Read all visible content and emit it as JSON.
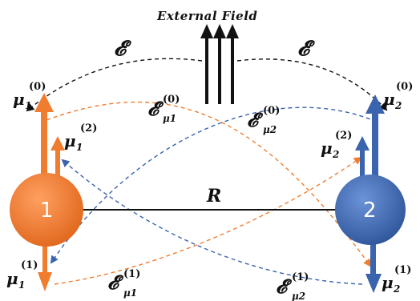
{
  "title": "External Field",
  "colors": {
    "orange": "#f07d2f",
    "blue": "#3a64ad",
    "black": "#111111"
  },
  "nodes": {
    "particle1": "1",
    "particle2": "2"
  },
  "bond_label": "R",
  "field_labels": {
    "left": "𝓔",
    "right": "𝓔"
  },
  "dipoles": {
    "mu1_0": {
      "base": "μ",
      "sub": "1",
      "sup": "(0)"
    },
    "mu1_1": {
      "base": "μ",
      "sub": "1",
      "sup": "(1)"
    },
    "mu1_2": {
      "base": "μ",
      "sub": "1",
      "sup": "(2)"
    },
    "mu2_0": {
      "base": "μ",
      "sub": "2",
      "sup": "(0)"
    },
    "mu2_1": {
      "base": "μ",
      "sub": "2",
      "sup": "(1)"
    },
    "mu2_2": {
      "base": "μ",
      "sub": "2",
      "sup": "(2)"
    }
  },
  "fields": {
    "E_mu1_0": {
      "base": "𝓔",
      "sub": "μ1",
      "sup": "(0)"
    },
    "E_mu2_0": {
      "base": "𝓔",
      "sub": "μ2",
      "sup": "(0)"
    },
    "E_mu1_1": {
      "base": "𝓔",
      "sub": "μ1",
      "sup": "(1)"
    },
    "E_mu2_1": {
      "base": "𝓔",
      "sub": "μ2",
      "sup": "(1)"
    }
  }
}
